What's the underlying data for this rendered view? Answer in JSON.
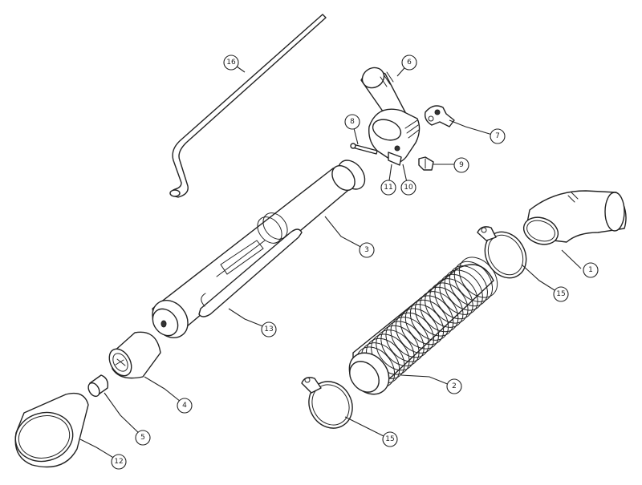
{
  "callouts": [
    {
      "id": "c1",
      "label": "1"
    },
    {
      "id": "c2",
      "label": "2"
    },
    {
      "id": "c3",
      "label": "3"
    },
    {
      "id": "c4",
      "label": "4"
    },
    {
      "id": "c5",
      "label": "5"
    },
    {
      "id": "c6",
      "label": "6"
    },
    {
      "id": "c7",
      "label": "7"
    },
    {
      "id": "c8",
      "label": "8"
    },
    {
      "id": "c9",
      "label": "9"
    },
    {
      "id": "c10",
      "label": "10"
    },
    {
      "id": "c11",
      "label": "11"
    },
    {
      "id": "c12",
      "label": "12"
    },
    {
      "id": "c13",
      "label": "13"
    },
    {
      "id": "c15a",
      "label": "15"
    },
    {
      "id": "c15b",
      "label": "15"
    },
    {
      "id": "c16",
      "label": "16"
    }
  ]
}
